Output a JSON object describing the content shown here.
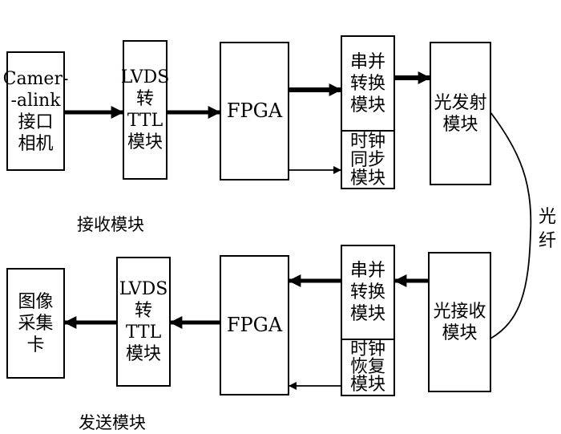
{
  "top": {
    "camera": [
      "Camer-",
      "-alink",
      "接口",
      "相机"
    ],
    "lvds_ttl": [
      "LVDS",
      "转",
      "TTL",
      "模块"
    ],
    "fpga": [
      "FPGA"
    ],
    "serial_parallel": [
      "串并",
      "转换",
      "模块"
    ],
    "clock_sync": [
      "时钟",
      "同步",
      "模块"
    ],
    "optical_tx": [
      "光发射",
      "模块"
    ],
    "section_label": "接收模块"
  },
  "bottom": {
    "capture_card": [
      "图像",
      "采集",
      "卡"
    ],
    "lvds_ttl": [
      "LVDS",
      "转",
      "TTL",
      "模块"
    ],
    "fpga": [
      "FPGA"
    ],
    "serial_parallel": [
      "串并",
      "转换",
      "模块"
    ],
    "clock_recovery": [
      "时钟",
      "恢复",
      "模块"
    ],
    "optical_rx": [
      "光接收",
      "模块"
    ],
    "section_label": "发送模块"
  },
  "fiber_label": [
    "光",
    "纤"
  ]
}
